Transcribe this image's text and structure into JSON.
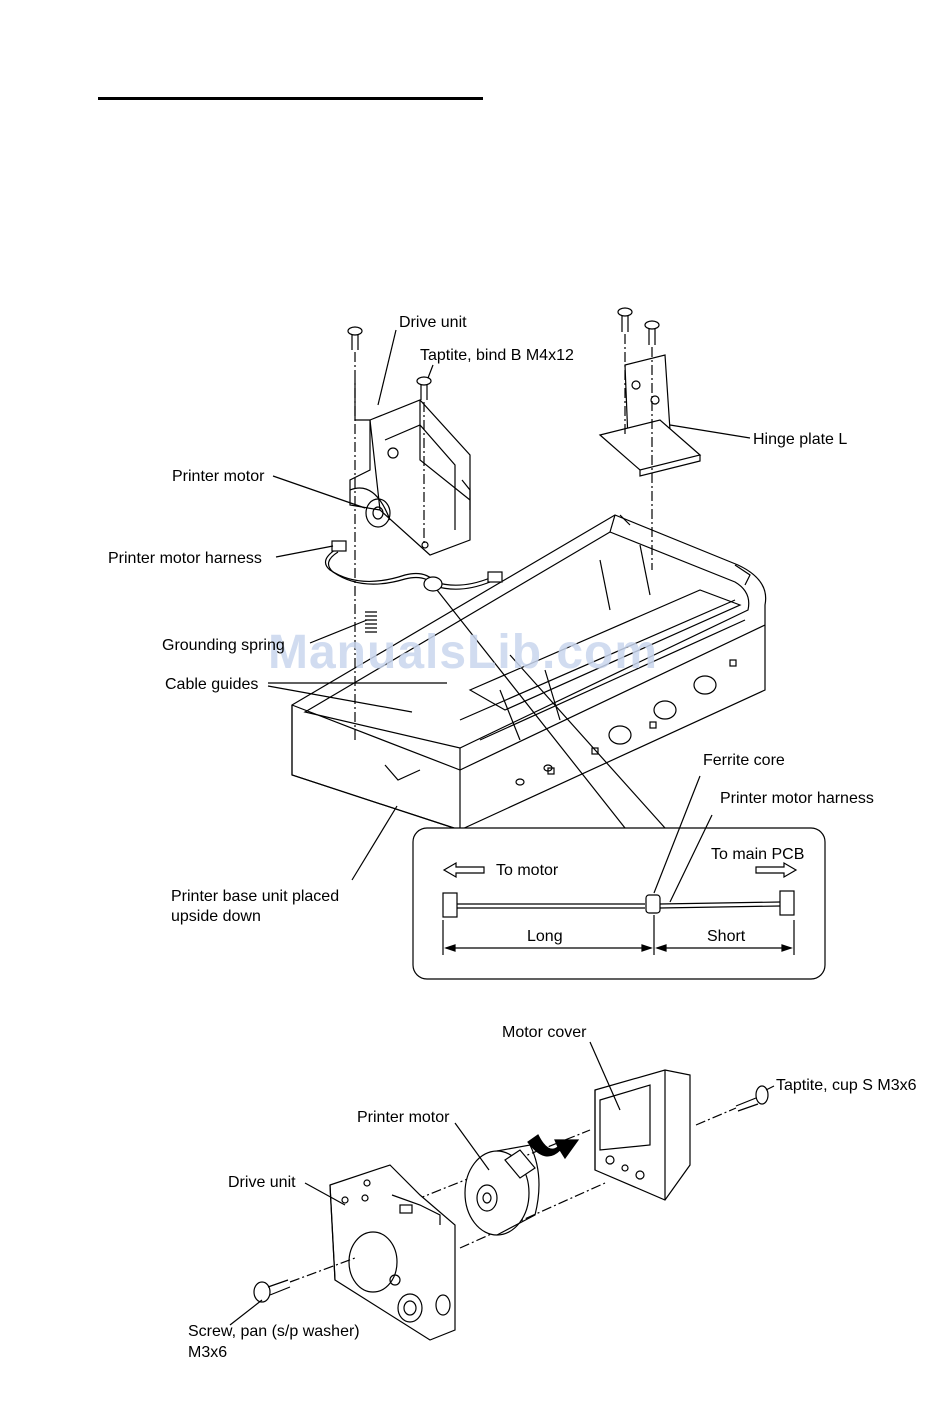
{
  "watermark": "ManualsLib.com",
  "labels": {
    "drive_unit_top": "Drive unit",
    "taptite_bind": "Taptite, bind B M4x12",
    "hinge_plate": "Hinge plate L",
    "printer_motor_top": "Printer motor",
    "printer_motor_harness_top": "Printer motor harness",
    "grounding_spring": "Grounding spring",
    "cable_guides": "Cable guides",
    "ferrite_core": "Ferrite core",
    "printer_motor_harness_inset": "Printer motor harness",
    "to_main_pcb": "To main PCB",
    "to_motor": "To motor",
    "long": "Long",
    "short": "Short",
    "base_unit_line1": "Printer base unit placed",
    "base_unit_line2": "upside down",
    "motor_cover": "Motor cover",
    "taptite_cup": "Taptite, cup S M3x6",
    "printer_motor_bottom": "Printer motor",
    "drive_unit_bottom": "Drive unit",
    "screw_pan_line1": "Screw, pan (s/p washer)",
    "screw_pan_line2": "M3x6"
  }
}
